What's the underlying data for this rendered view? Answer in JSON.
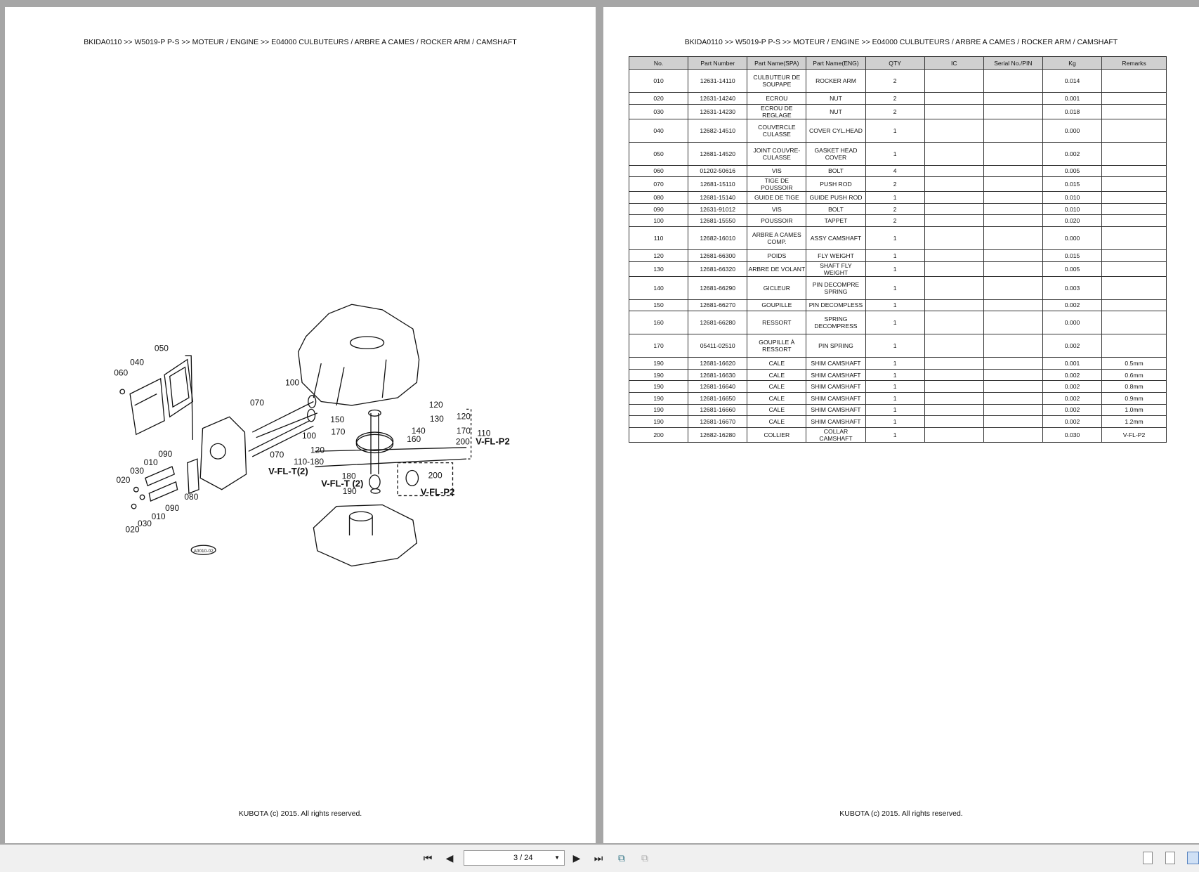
{
  "breadcrumb": "BKIDA0110 >> W5019-P P-S >> MOTEUR / ENGINE >> E04000   CULBUTEURS / ARBRE A CAMES / ROCKER ARM / CAMSHAFT",
  "footer": "KUBOTA (c) 2015. All rights reserved.",
  "diagram": {
    "labels": [
      "050",
      "040",
      "060",
      "100",
      "070",
      "120",
      "130",
      "150",
      "170",
      "140",
      "160",
      "100",
      "120",
      "170",
      "200",
      "110",
      "V-FL-P2",
      "120",
      "110-180",
      "070",
      "090",
      "010",
      "030",
      "020",
      "V-FL-T(2)",
      "180",
      "V-FL-T (2)",
      "200",
      "V-FL-P2",
      "190",
      "080",
      "090",
      "010",
      "030",
      "020",
      "A0010-02"
    ]
  },
  "table": {
    "headers": [
      "No.",
      "Part Number",
      "Part Name(SPA)",
      "Part Name(ENG)",
      "QTY",
      "IC",
      "Serial No./PIN",
      "Kg",
      "Remarks"
    ],
    "rows": [
      [
        "010",
        "12631-14110",
        "CULBUTEUR DE SOUPAPE",
        "ROCKER ARM",
        "2",
        "",
        "",
        "0.014",
        ""
      ],
      [
        "020",
        "12631-14240",
        "ECROU",
        "NUT",
        "2",
        "",
        "",
        "0.001",
        ""
      ],
      [
        "030",
        "12631-14230",
        "ECROU DE REGLAGE",
        "NUT",
        "2",
        "",
        "",
        "0.018",
        ""
      ],
      [
        "040",
        "12682-14510",
        "COUVERCLE CULASSE",
        "COVER CYL.HEAD",
        "1",
        "",
        "",
        "0.000",
        ""
      ],
      [
        "050",
        "12681-14520",
        "JOINT COUVRE-CULASSE",
        "GASKET HEAD COVER",
        "1",
        "",
        "",
        "0.002",
        ""
      ],
      [
        "060",
        "01202-50616",
        "VIS",
        "BOLT",
        "4",
        "",
        "",
        "0.005",
        ""
      ],
      [
        "070",
        "12681-15110",
        "TIGE DE POUSSOIR",
        "PUSH ROD",
        "2",
        "",
        "",
        "0.015",
        ""
      ],
      [
        "080",
        "12681-15140",
        "GUIDE DE TIGE",
        "GUIDE PUSH ROD",
        "1",
        "",
        "",
        "0.010",
        ""
      ],
      [
        "090",
        "12631-91012",
        "VIS",
        "BOLT",
        "2",
        "",
        "",
        "0.010",
        ""
      ],
      [
        "100",
        "12681-15550",
        "POUSSOIR",
        "TAPPET",
        "2",
        "",
        "",
        "0.020",
        ""
      ],
      [
        "110",
        "12682-16010",
        "ARBRE A CAMES COMP.",
        "ASSY CAMSHAFT",
        "1",
        "",
        "",
        "0.000",
        ""
      ],
      [
        "120",
        "12681-66300",
        "POIDS",
        "FLY WEIGHT",
        "1",
        "",
        "",
        "0.015",
        ""
      ],
      [
        "130",
        "12681-66320",
        "ARBRE DE VOLANT",
        "SHAFT FLY WEIGHT",
        "1",
        "",
        "",
        "0.005",
        ""
      ],
      [
        "140",
        "12681-66290",
        "GICLEUR",
        "PIN DECOMPRE SPRING",
        "1",
        "",
        "",
        "0.003",
        ""
      ],
      [
        "150",
        "12681-66270",
        "GOUPILLE",
        "PIN DECOMPLESS",
        "1",
        "",
        "",
        "0.002",
        ""
      ],
      [
        "160",
        "12681-66280",
        "RESSORT",
        "SPRING DECOMPRESS",
        "1",
        "",
        "",
        "0.000",
        ""
      ],
      [
        "170",
        "05411-02510",
        "GOUPILLE À RESSORT",
        "PIN SPRING",
        "1",
        "",
        "",
        "0.002",
        ""
      ],
      [
        "190",
        "12681-16620",
        "CALE",
        "SHIM CAMSHAFT",
        "1",
        "",
        "",
        "0.001",
        "0.5mm"
      ],
      [
        "190",
        "12681-16630",
        "CALE",
        "SHIM CAMSHAFT",
        "1",
        "",
        "",
        "0.002",
        "0.6mm"
      ],
      [
        "190",
        "12681-16640",
        "CALE",
        "SHIM CAMSHAFT",
        "1",
        "",
        "",
        "0.002",
        "0.8mm"
      ],
      [
        "190",
        "12681-16650",
        "CALE",
        "SHIM CAMSHAFT",
        "1",
        "",
        "",
        "0.002",
        "0.9mm"
      ],
      [
        "190",
        "12681-16660",
        "CALE",
        "SHIM CAMSHAFT",
        "1",
        "",
        "",
        "0.002",
        "1.0mm"
      ],
      [
        "190",
        "12681-16670",
        "CALE",
        "SHIM CAMSHAFT",
        "1",
        "",
        "",
        "0.002",
        "1.2mm"
      ],
      [
        "200",
        "12682-16280",
        "COLLIER",
        "COLLAR CAMSHAFT",
        "1",
        "",
        "",
        "0.030",
        "V-FL-P2"
      ]
    ]
  },
  "toolbar": {
    "page_indicator": "3 / 24",
    "icons": [
      "first-page-icon",
      "previous-page-icon",
      "next-page-icon",
      "last-page-icon",
      "go-back-view-icon",
      "go-forward-view-icon",
      "single-page-view-icon",
      "continuous-view-icon",
      "two-page-view-icon"
    ]
  }
}
